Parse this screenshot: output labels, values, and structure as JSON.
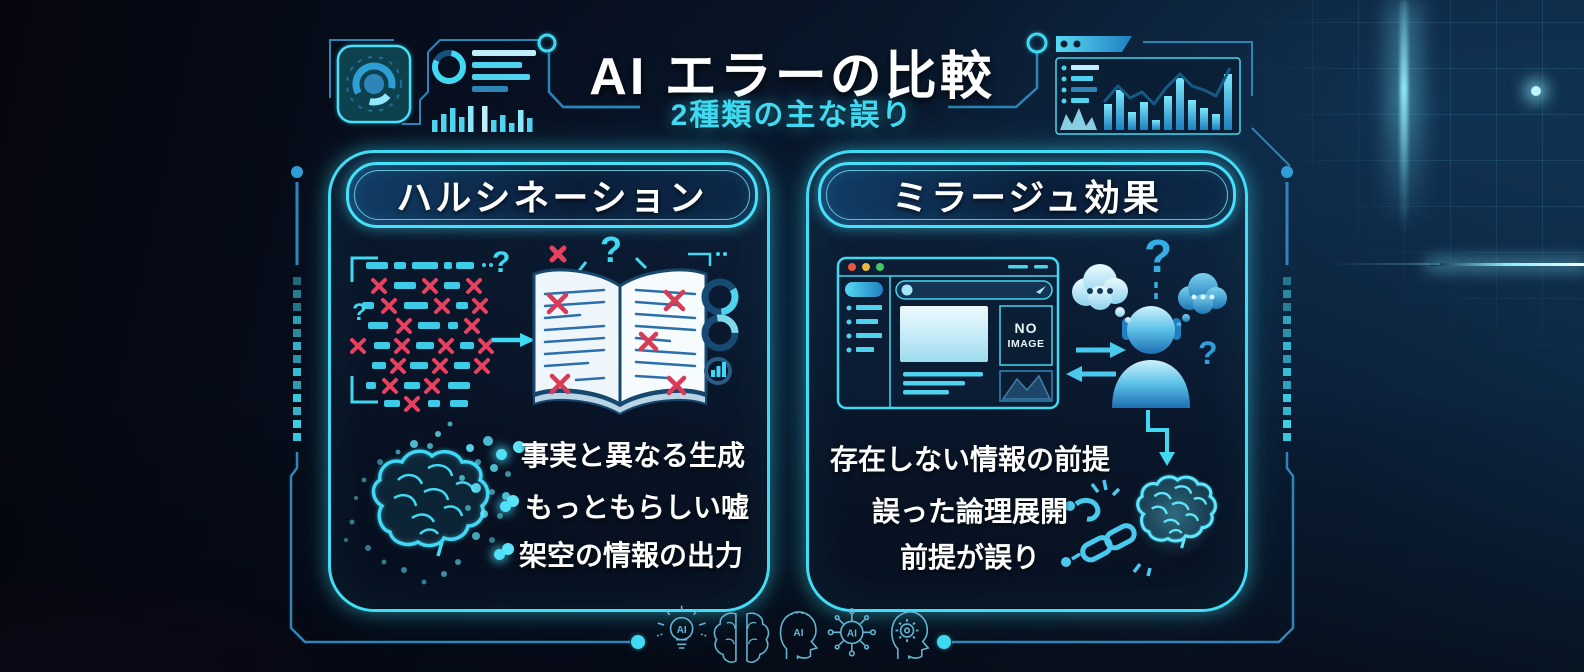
{
  "title": "AI エラーの比較",
  "subtitle": "2種類の主な誤り",
  "accent": "#3fd9f2",
  "panels": {
    "left": {
      "header": "ハルシネーション",
      "bullets": [
        "事実と異なる生成",
        "もっともらしい嘘",
        "架空の情報の出力"
      ]
    },
    "right": {
      "header": "ミラージュ効果",
      "bullets": [
        "存在しない情報の前提",
        "誤った論理展開",
        "前提が誤り"
      ],
      "no_image": [
        "NO",
        "IMAGE"
      ]
    }
  },
  "footer": {
    "ai_label": "AI",
    "icons": [
      "ai-lightbulb",
      "brain",
      "ai-head",
      "ai-network",
      "gear-head"
    ]
  },
  "decor": {
    "hud_icons": [
      "gauge",
      "donut-stats",
      "mini-bars",
      "window-bar-chart"
    ]
  }
}
